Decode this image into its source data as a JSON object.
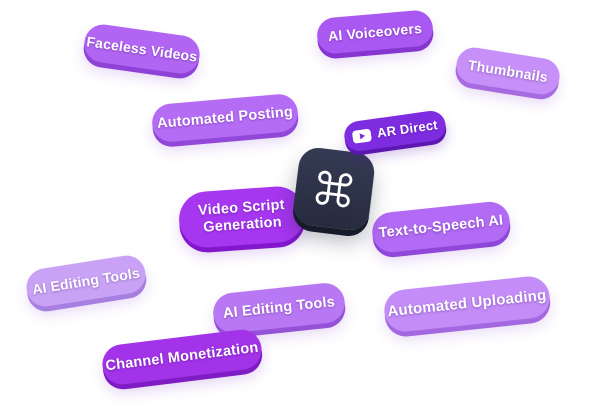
{
  "palette": {
    "light_purple": "#c690f8",
    "medium_purple": "#b165f2",
    "vivid_purple": "#a636f0",
    "deep_purple": "#7d2ce0",
    "icon_dark": "#2b3044",
    "text": "#ffffff"
  },
  "center_icon": {
    "name": "command-icon"
  },
  "ar_badge": {
    "label": "AR Direct",
    "icon": "play-icon"
  },
  "badges": [
    {
      "label": "Faceless Videos"
    },
    {
      "label": "AI Voiceovers"
    },
    {
      "label": "Thumbnails"
    },
    {
      "label": "Automated Posting"
    },
    {
      "label": "Video Script Generation"
    },
    {
      "label": "Text-to-Speech AI"
    },
    {
      "label": "AI Editing Tools"
    },
    {
      "label": "AI Editing Tools"
    },
    {
      "label": "Automated Uploading"
    },
    {
      "label": "Channel Monetization"
    }
  ]
}
